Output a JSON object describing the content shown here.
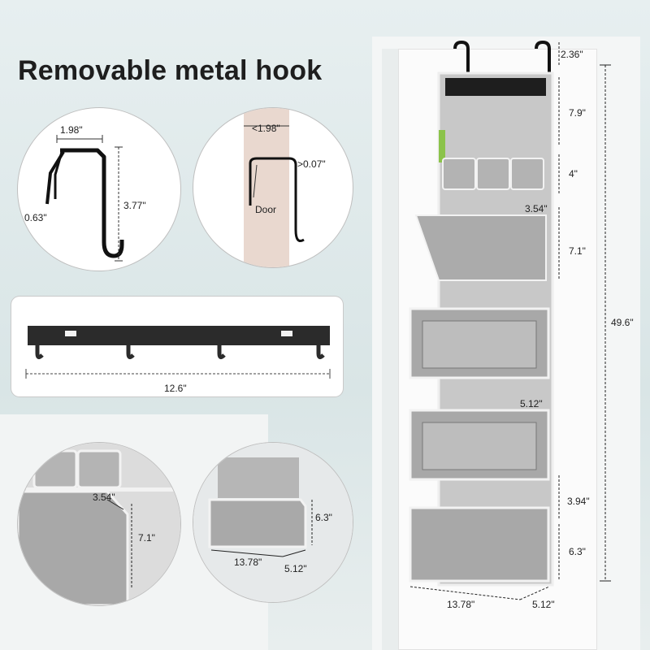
{
  "title": "Removable metal hook",
  "hook_detail": {
    "width": "1.98\"",
    "height": "3.77\"",
    "thickness": "0.63\""
  },
  "door_detail": {
    "gap": "<1.98\"",
    "door_thickness": ">0.07\"",
    "door_label": "Door"
  },
  "hook_bar": {
    "length": "12.6\""
  },
  "pocket_detail": {
    "depth": "3.54\"",
    "height": "7.1\""
  },
  "basket_detail": {
    "height": "6.3\"",
    "length": "13.78\"",
    "depth": "5.12\""
  },
  "organizer": {
    "top_hook": "2.36\"",
    "top_gap": "7.9\"",
    "small_pockets": "4\"",
    "flap_pocket_depth": "3.54\"",
    "flap_pocket_height": "7.1\"",
    "total_height": "49.6\"",
    "window_pocket_depth": "5.12\"",
    "lower_gap": "3.94\"",
    "bottom_pocket_height": "6.3\"",
    "width": "13.78\"",
    "depth": "5.12\""
  }
}
